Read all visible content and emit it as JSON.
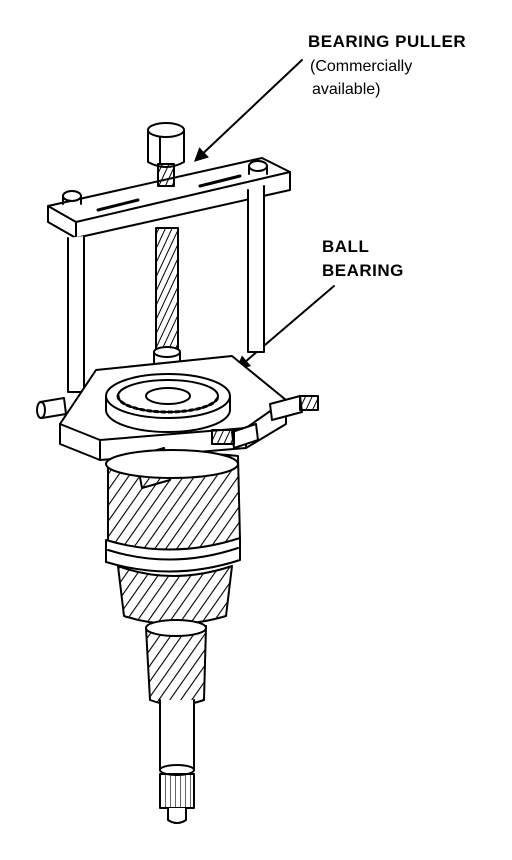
{
  "labels": {
    "bearing_puller": {
      "title": "BEARING PULLER",
      "note_line1": "(Commercially",
      "note_line2": "available)"
    },
    "ball_bearing": {
      "line1": "BALL",
      "line2": "BEARING"
    }
  }
}
